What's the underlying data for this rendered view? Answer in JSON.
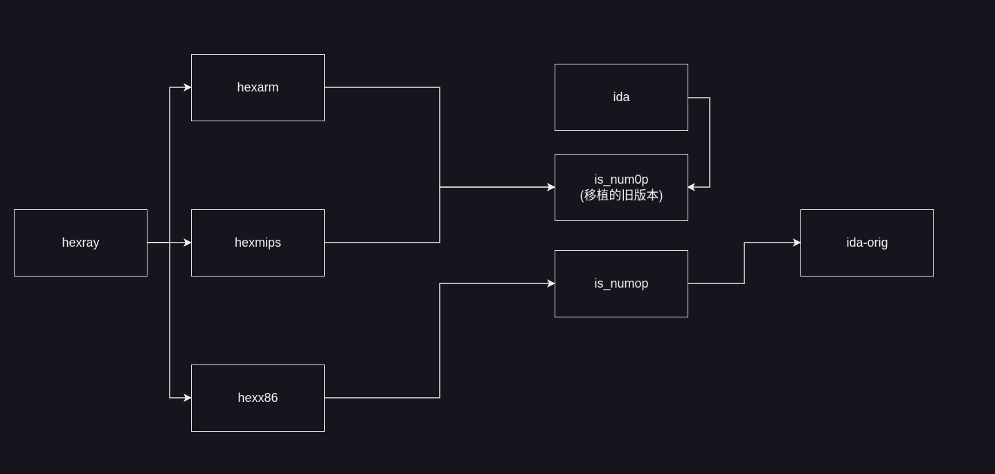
{
  "diagram": {
    "nodes": {
      "hexray": {
        "label": "hexray"
      },
      "hexarm": {
        "label": "hexarm"
      },
      "hexmips": {
        "label": "hexmips"
      },
      "hexx86": {
        "label": "hexx86"
      },
      "ida": {
        "label": "ida"
      },
      "is_num0p": {
        "label": "is_num0p",
        "sublabel": "(移植的旧版本)"
      },
      "is_numop": {
        "label": "is_numop"
      },
      "ida_orig": {
        "label": "ida-orig"
      }
    },
    "edges": [
      {
        "from": "hexray",
        "to": "hexarm"
      },
      {
        "from": "hexray",
        "to": "hexmips"
      },
      {
        "from": "hexray",
        "to": "hexx86"
      },
      {
        "from": "hexarm",
        "to": "is_num0p"
      },
      {
        "from": "hexmips",
        "to": "is_num0p"
      },
      {
        "from": "ida",
        "to": "is_num0p"
      },
      {
        "from": "hexx86",
        "to": "is_numop"
      },
      {
        "from": "is_numop",
        "to": "ida_orig"
      }
    ],
    "colors": {
      "background": "#18141d",
      "stroke": "#e6e6e6",
      "text": "#f0f0f0"
    }
  }
}
